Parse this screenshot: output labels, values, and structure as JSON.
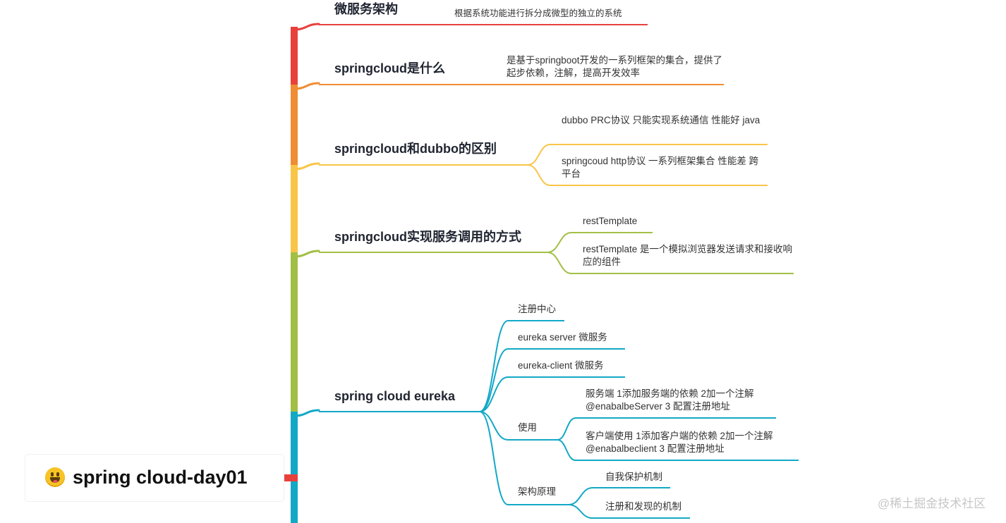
{
  "root": {
    "title": "spring cloud-day01",
    "emoji": "grinning-face-with-tongue"
  },
  "branches": [
    {
      "title": "微服务架构",
      "color": "#e8413c",
      "children": [
        {
          "text": "根据系统功能进行拆分成微型的独立的系统"
        }
      ]
    },
    {
      "title": "springcloud是什么",
      "color": "#f08c33",
      "children": [
        {
          "text": "是基于springboot开发的一系列框架的集合，提供了起步依赖，注解，提高开发效率"
        }
      ]
    },
    {
      "title": "springcloud和dubbo的区别",
      "color": "#f9c548",
      "children": [
        {
          "text": "dubbo   PRC协议     只能实现系统通信  性能好  java"
        },
        {
          "text": "springcoud  http协议  一系列框架集合  性能差  跨平台"
        }
      ]
    },
    {
      "title": "springcloud实现服务调用的方式",
      "color": "#a2bf45",
      "children": [
        {
          "text": "restTemplate"
        },
        {
          "text": "restTemplate 是一个模拟浏览器发送请求和接收响应的组件"
        }
      ]
    },
    {
      "title": "spring cloud eureka",
      "color": "#13a8c6",
      "children": [
        {
          "text": "注册中心"
        },
        {
          "text": "eureka server   微服务"
        },
        {
          "text": "eureka-client   微服务"
        },
        {
          "text": "使用",
          "children": [
            {
              "text": "服务端 1添加服务端的依赖  2加一个注解@enabalbeServer 3 配置注册地址"
            },
            {
              "text": "客户端使用  1添加客户端的依赖  2加一个注解@enabalbeclient 3 配置注册地址"
            }
          ]
        },
        {
          "text": "架构原理",
          "children": [
            {
              "text": "自我保护机制"
            },
            {
              "text": "注册和发现的机制"
            }
          ]
        }
      ]
    }
  ],
  "watermark": "@稀土掘金技术社区"
}
